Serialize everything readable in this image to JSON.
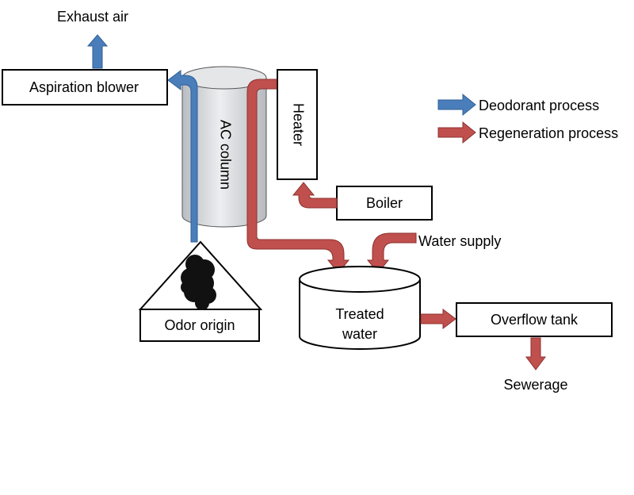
{
  "labels": {
    "exhaust_air": "Exhaust air",
    "aspiration_blower": "Aspiration blower",
    "ac_column": "AC column",
    "heater": "Heater",
    "boiler": "Boiler",
    "water_supply": "Water supply",
    "treated_water_line1": "Treated",
    "treated_water_line2": "water",
    "odor_origin": "Odor origin",
    "overflow_tank": "Overflow tank",
    "sewerage": "Sewerage"
  },
  "legend": {
    "deodorant": "Deodorant process",
    "regeneration": "Regeneration process"
  },
  "colors": {
    "deodorant": "#4a7ebb",
    "deodorant_edge": "#2f5f97",
    "regeneration": "#c0504d",
    "regeneration_edge": "#8c3230",
    "column_fill": "#d7d9dc"
  }
}
